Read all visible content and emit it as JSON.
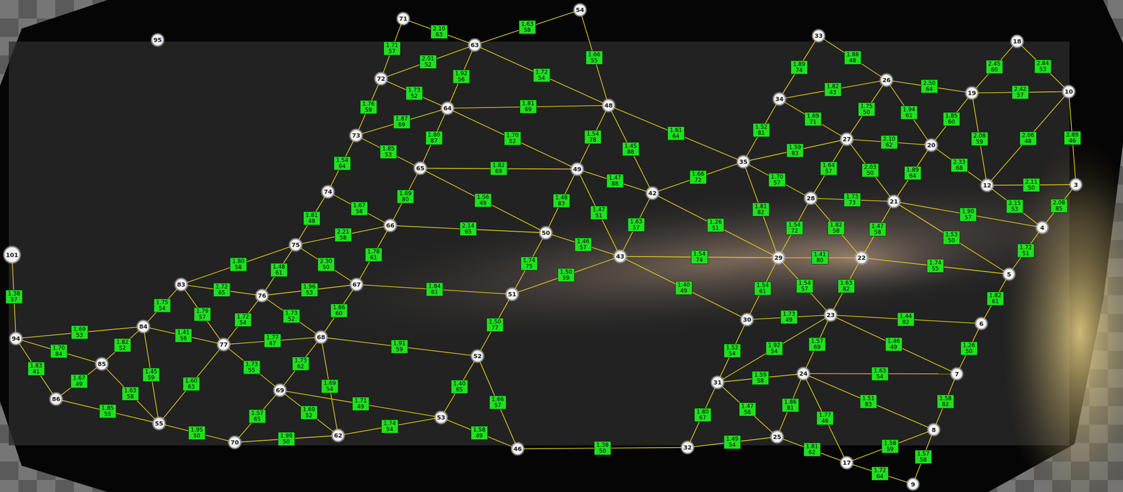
{
  "diagram": {
    "nodes": [
      {
        "text": [
          "95"
        ]
      },
      {
        "text": [
          "71"
        ]
      },
      {
        "text": [
          "54"
        ]
      },
      {
        "text": [
          "63"
        ]
      },
      {
        "text": [
          "33"
        ]
      },
      {
        "text": [
          "18"
        ]
      },
      {
        "text": [
          "72"
        ]
      },
      {
        "text": [
          "34"
        ]
      },
      {
        "text": [
          "26"
        ]
      },
      {
        "text": [
          "19"
        ]
      },
      {
        "text": [
          "10"
        ]
      },
      {
        "text": [
          "64"
        ]
      },
      {
        "text": [
          "48"
        ]
      },
      {
        "text": [
          "73"
        ]
      },
      {
        "text": [
          "27"
        ]
      },
      {
        "text": [
          "20"
        ]
      },
      {
        "text": [
          "65"
        ]
      },
      {
        "text": [
          "49"
        ]
      },
      {
        "text": [
          "35"
        ]
      },
      {
        "text": [
          "42"
        ]
      },
      {
        "text": [
          "28"
        ]
      },
      {
        "text": [
          "21"
        ]
      },
      {
        "text": [
          "12"
        ]
      },
      {
        "text": [
          "3"
        ]
      },
      {
        "text": [
          "74"
        ]
      },
      {
        "text": [
          "66"
        ]
      },
      {
        "text": [
          "50"
        ]
      },
      {
        "text": [
          "4"
        ]
      },
      {
        "text": [
          "75"
        ]
      },
      {
        "text": [
          "43"
        ]
      },
      {
        "text": [
          "29"
        ]
      },
      {
        "text": [
          "22"
        ]
      },
      {
        "text": [
          "5"
        ]
      },
      {
        "text": [
          "101"
        ]
      },
      {
        "text": [
          "83"
        ]
      },
      {
        "text": [
          "76"
        ]
      },
      {
        "text": [
          "67"
        ]
      },
      {
        "text": [
          "51"
        ]
      },
      {
        "text": [
          "30"
        ]
      },
      {
        "text": [
          "23"
        ]
      },
      {
        "text": [
          "6"
        ]
      },
      {
        "text": [
          "94"
        ]
      },
      {
        "text": [
          "84"
        ]
      },
      {
        "text": [
          "77"
        ]
      },
      {
        "text": [
          "68"
        ]
      },
      {
        "text": [
          "52"
        ]
      },
      {
        "text": [
          "31"
        ]
      },
      {
        "text": [
          "24"
        ]
      },
      {
        "text": [
          "7"
        ]
      },
      {
        "text": [
          "85"
        ]
      },
      {
        "text": [
          "86"
        ]
      },
      {
        "text": [
          "69"
        ]
      },
      {
        "text": [
          "53"
        ]
      },
      {
        "text": [
          "55"
        ]
      },
      {
        "text": [
          "70"
        ]
      },
      {
        "text": [
          "62"
        ]
      },
      {
        "text": [
          "46"
        ]
      },
      {
        "text": [
          "32"
        ]
      },
      {
        "text": [
          "25"
        ]
      },
      {
        "text": [
          "8"
        ]
      },
      {
        "text": [
          "17"
        ]
      },
      {
        "text": [
          "9"
        ]
      }
    ],
    "edges": [
      {
        "from": 1,
        "to": 3,
        "arrow": "none",
        "label": "2.10 63"
      },
      {
        "from": 1,
        "to": 6,
        "arrow": "none",
        "label": "1.71 57"
      },
      {
        "from": 3,
        "to": 2,
        "arrow": "none",
        "label": "1.63 58"
      },
      {
        "from": 2,
        "to": 12,
        "arrow": "none",
        "label": "1.66 55"
      },
      {
        "from": 3,
        "to": 6,
        "arrow": "none",
        "label": "2.01 52"
      },
      {
        "from": 3,
        "to": 11,
        "arrow": "none",
        "label": "1.92 56"
      },
      {
        "from": 3,
        "to": 12,
        "arrow": "none",
        "label": "1.72 54"
      },
      {
        "from": 4,
        "to": 7,
        "arrow": "none",
        "label": "1.89 74"
      },
      {
        "from": 4,
        "to": 8,
        "arrow": "none",
        "label": "1.88 48"
      },
      {
        "from": 7,
        "to": 8,
        "arrow": "none",
        "label": "1.82 43"
      },
      {
        "from": 8,
        "to": 9,
        "arrow": "none",
        "label": "2.50 64"
      },
      {
        "from": 5,
        "to": 9,
        "arrow": "none",
        "label": "2.45 60"
      },
      {
        "from": 5,
        "to": 10,
        "arrow": "none",
        "label": "2.84 53"
      },
      {
        "from": 9,
        "to": 10,
        "arrow": "none",
        "label": "2.42 57"
      },
      {
        "from": 6,
        "to": 11,
        "arrow": "none",
        "label": "1.73 52"
      },
      {
        "from": 6,
        "to": 13,
        "arrow": "none",
        "label": "1.76 59"
      },
      {
        "from": 11,
        "to": 12,
        "arrow": "none",
        "label": "1.81 69"
      },
      {
        "from": 11,
        "to": 13,
        "arrow": "none",
        "label": "1.87 69"
      },
      {
        "from": 11,
        "to": 16,
        "arrow": "none",
        "label": "1.80 87"
      },
      {
        "from": 11,
        "to": 17,
        "arrow": "none",
        "label": "1.70 52"
      },
      {
        "from": 12,
        "to": 17,
        "arrow": "none",
        "label": "1.54 78"
      },
      {
        "from": 12,
        "to": 18,
        "arrow": "none",
        "label": "1.61 64"
      },
      {
        "from": 12,
        "to": 19,
        "arrow": "none",
        "label": "1.45 88"
      },
      {
        "from": 7,
        "to": 18,
        "arrow": "none",
        "label": "1.52 81"
      },
      {
        "from": 7,
        "to": 14,
        "arrow": "none",
        "label": "1.69 71"
      },
      {
        "from": 8,
        "to": 14,
        "arrow": "none",
        "label": "1.75 50"
      },
      {
        "from": 8,
        "to": 15,
        "arrow": "none",
        "label": "1.94 61"
      },
      {
        "from": 9,
        "to": 15,
        "arrow": "none",
        "label": "1.85 60"
      },
      {
        "from": 9,
        "to": 22,
        "arrow": "none",
        "label": "2.08 59"
      },
      {
        "from": 10,
        "to": 22,
        "arrow": "none",
        "label": "2.06 48"
      },
      {
        "from": 10,
        "to": 23,
        "arrow": "none",
        "label": "2.89 46"
      },
      {
        "from": 14,
        "to": 15,
        "arrow": "none",
        "label": "2.10 62"
      },
      {
        "from": 14,
        "to": 18,
        "arrow": "none",
        "label": "1.59 83"
      },
      {
        "from": 14,
        "to": 20,
        "arrow": "none",
        "label": "1.64 57"
      },
      {
        "from": 14,
        "to": 21,
        "arrow": "none",
        "label": "2.03 50"
      },
      {
        "from": 15,
        "to": 21,
        "arrow": "none",
        "label": "1.89 64"
      },
      {
        "from": 15,
        "to": 22,
        "arrow": "none",
        "label": "2.33 68"
      },
      {
        "from": 22,
        "to": 23,
        "arrow": "none",
        "label": "2.11 50"
      },
      {
        "from": 22,
        "to": 27,
        "arrow": "none",
        "label": "2.15 53"
      },
      {
        "from": 23,
        "to": 27,
        "arrow": "none",
        "label": "2.08 85"
      },
      {
        "from": 13,
        "to": 16,
        "arrow": "none",
        "label": "1.85 53"
      },
      {
        "from": 13,
        "to": 24,
        "arrow": "none",
        "label": "1.54 64"
      },
      {
        "from": 16,
        "to": 17,
        "arrow": "none",
        "label": "1.82 69"
      },
      {
        "from": 16,
        "to": 25,
        "arrow": "none",
        "label": "1.69 80"
      },
      {
        "from": 16,
        "to": 26,
        "arrow": "none",
        "label": "1.56 49"
      },
      {
        "from": 17,
        "to": 26,
        "arrow": "none",
        "label": "1.48 83"
      },
      {
        "from": 17,
        "to": 19,
        "arrow": "none",
        "label": "1.47 88"
      },
      {
        "from": 19,
        "to": 18,
        "arrow": "none",
        "label": "1.66 72"
      },
      {
        "from": 18,
        "to": 20,
        "arrow": "none",
        "label": "1.70 57"
      },
      {
        "from": 20,
        "to": 21,
        "arrow": "none",
        "label": "1.73 73"
      },
      {
        "from": 19,
        "to": 29,
        "arrow": "none",
        "label": "1.63 57"
      },
      {
        "from": 17,
        "to": 29,
        "arrow": "none",
        "label": "1.47 51"
      },
      {
        "from": 19,
        "to": 30,
        "arrow": "none",
        "label": "1.26 51"
      },
      {
        "from": 18,
        "to": 30,
        "arrow": "none",
        "label": "1.81 82"
      },
      {
        "from": 20,
        "to": 30,
        "arrow": "none",
        "label": "1.54 72"
      },
      {
        "from": 20,
        "to": 31,
        "arrow": "none",
        "label": "1.82 58"
      },
      {
        "from": 21,
        "to": 31,
        "arrow": "none",
        "label": "1.47 58"
      },
      {
        "from": 21,
        "to": 32,
        "arrow": "none",
        "label": "1.53 50"
      },
      {
        "from": 27,
        "to": 32,
        "arrow": "none",
        "label": "1.72 51"
      },
      {
        "from": 21,
        "to": 27,
        "arrow": "none",
        "label": "1.90 57"
      },
      {
        "from": 24,
        "to": 25,
        "arrow": "none",
        "label": "1.67 58"
      },
      {
        "from": 24,
        "to": 28,
        "arrow": "none",
        "label": "1.81 48"
      },
      {
        "from": 25,
        "to": 26,
        "arrow": "none",
        "label": "2.14 65"
      },
      {
        "from": 25,
        "to": 36,
        "arrow": "none",
        "label": "1.78 61"
      },
      {
        "from": 25,
        "to": 28,
        "arrow": "none",
        "label": "2.21 58"
      },
      {
        "from": 26,
        "to": 29,
        "arrow": "none",
        "label": "1.46 57"
      },
      {
        "from": 26,
        "to": 37,
        "arrow": "none",
        "label": "1.74 75"
      },
      {
        "from": 29,
        "to": 30,
        "arrow": "none",
        "label": "1.54 74"
      },
      {
        "from": 30,
        "to": 31,
        "arrow": "none",
        "label": "1.41 80"
      },
      {
        "from": 31,
        "to": 32,
        "arrow": "none",
        "label": "1.74 55"
      },
      {
        "from": 32,
        "to": 40,
        "arrow": "none",
        "label": "1.82 61"
      },
      {
        "from": 31,
        "to": 39,
        "arrow": "none",
        "label": "1.63 82"
      },
      {
        "from": 30,
        "to": 39,
        "arrow": "none",
        "label": "1.54 57"
      },
      {
        "from": 30,
        "to": 38,
        "arrow": "none",
        "label": "1.54 61"
      },
      {
        "from": 29,
        "to": 38,
        "arrow": "none",
        "label": "1.40 49"
      },
      {
        "from": 29,
        "to": 37,
        "arrow": "none",
        "label": "1.50 59"
      },
      {
        "from": 28,
        "to": 36,
        "arrow": "none",
        "label": "2.30 50"
      },
      {
        "from": 28,
        "to": 35,
        "arrow": "none",
        "label": "1.48 61"
      },
      {
        "from": 34,
        "to": 28,
        "arrow": "none",
        "label": "1.80 58"
      },
      {
        "from": 34,
        "to": 35,
        "arrow": "none",
        "label": "1.72 65"
      },
      {
        "from": 36,
        "to": 37,
        "arrow": "none",
        "label": "1.84 61"
      },
      {
        "from": 36,
        "to": 35,
        "arrow": "none",
        "label": "1.96 53"
      },
      {
        "from": 36,
        "to": 44,
        "arrow": "none",
        "label": "1.86 60"
      },
      {
        "from": 37,
        "to": 45,
        "arrow": "none",
        "label": "1.50 77"
      },
      {
        "from": 38,
        "to": 39,
        "arrow": "none",
        "label": "1.73 49"
      },
      {
        "from": 39,
        "to": 40,
        "arrow": "none",
        "label": "1.44 82"
      },
      {
        "from": 38,
        "to": 46,
        "arrow": "none",
        "label": "1.52 54"
      },
      {
        "from": 39,
        "to": 47,
        "arrow": "none",
        "label": "1.57 69"
      },
      {
        "from": 39,
        "to": 46,
        "arrow": "none",
        "label": "1.92 54"
      },
      {
        "from": 40,
        "to": 48,
        "arrow": "none",
        "label": "1.26 50"
      },
      {
        "from": 47,
        "to": 48,
        "arrow": "none",
        "label": "1.63 54"
      },
      {
        "from": 39,
        "to": 48,
        "arrow": "none",
        "label": "1.46 49"
      },
      {
        "from": 47,
        "to": 46,
        "arrow": "none",
        "label": "1.59 58"
      },
      {
        "from": 35,
        "to": 44,
        "arrow": "none",
        "label": "1.73 52"
      },
      {
        "from": 35,
        "to": 43,
        "arrow": "none",
        "label": "1.72 54"
      },
      {
        "from": 34,
        "to": 43,
        "arrow": "none",
        "label": "1.79 57"
      },
      {
        "from": 34,
        "to": 42,
        "arrow": "none",
        "label": "1.75 54"
      },
      {
        "from": 42,
        "to": 43,
        "arrow": "none",
        "label": "1.41 56"
      },
      {
        "from": 43,
        "to": 44,
        "arrow": "none",
        "label": "1.77 47"
      },
      {
        "from": 44,
        "to": 45,
        "arrow": "none",
        "label": "1.91 59"
      },
      {
        "from": 45,
        "to": 52,
        "arrow": "none",
        "label": "1.40 65"
      },
      {
        "from": 43,
        "to": 51,
        "arrow": "none",
        "label": "1.73 55"
      },
      {
        "from": 44,
        "to": 51,
        "arrow": "none",
        "label": "1.73 62"
      },
      {
        "from": 44,
        "to": 55,
        "arrow": "none",
        "label": "1.69 54"
      },
      {
        "from": 42,
        "to": 49,
        "arrow": "none",
        "label": "1.82 52"
      },
      {
        "from": 42,
        "to": 53,
        "arrow": "none",
        "label": "1.45 59"
      },
      {
        "from": 42,
        "to": 41,
        "arrow": "none",
        "label": "1.69 53"
      },
      {
        "from": 41,
        "to": 49,
        "arrow": "none",
        "label": "1.70 84"
      },
      {
        "from": 41,
        "to": 50,
        "arrow": "none",
        "label": "1.83 41"
      },
      {
        "from": 49,
        "to": 50,
        "arrow": "none",
        "label": "1.67 49"
      },
      {
        "from": 49,
        "to": 53,
        "arrow": "none",
        "label": "1.63 58"
      },
      {
        "from": 50,
        "to": 53,
        "arrow": "none",
        "label": "1.85 55"
      },
      {
        "from": 53,
        "to": 54,
        "arrow": "none",
        "label": "1.95 50"
      },
      {
        "from": 43,
        "to": 53,
        "arrow": "none",
        "label": "1.60 63"
      },
      {
        "from": 51,
        "to": 54,
        "arrow": "none",
        "label": "1.57 65"
      },
      {
        "from": 51,
        "to": 55,
        "arrow": "none",
        "label": "1.69 52"
      },
      {
        "from": 54,
        "to": 55,
        "arrow": "none",
        "label": "1.99 50"
      },
      {
        "from": 55,
        "to": 52,
        "arrow": "none",
        "label": "1.74 54"
      },
      {
        "from": 51,
        "to": 52,
        "arrow": "none",
        "label": "1.71 49"
      },
      {
        "from": 52,
        "to": 56,
        "arrow": "none",
        "label": "1.58 49"
      },
      {
        "from": 45,
        "to": 56,
        "arrow": "none",
        "label": "1.66 57"
      },
      {
        "from": 56,
        "to": 57,
        "arrow": "none",
        "label": "1.38 50"
      },
      {
        "from": 57,
        "to": 58,
        "arrow": "none",
        "label": "1.49 54"
      },
      {
        "from": 46,
        "to": 57,
        "arrow": "none",
        "label": "1.80 67"
      },
      {
        "from": 46,
        "to": 58,
        "arrow": "none",
        "label": "1.47 56"
      },
      {
        "from": 47,
        "to": 58,
        "arrow": "none",
        "label": "1.86 81"
      },
      {
        "from": 58,
        "to": 60,
        "arrow": "none",
        "label": "1.81 62"
      },
      {
        "from": 60,
        "to": 59,
        "arrow": "none",
        "label": "1.58 59"
      },
      {
        "from": 59,
        "to": 61,
        "arrow": "none",
        "label": "1.57 58"
      },
      {
        "from": 60,
        "to": 61,
        "arrow": "none",
        "label": "1.72 64"
      },
      {
        "from": 47,
        "to": 60,
        "arrow": "none",
        "label": "1.77 46"
      },
      {
        "from": 59,
        "to": 48,
        "arrow": "none",
        "label": "1.58 82"
      },
      {
        "from": 47,
        "to": 59,
        "arrow": "none",
        "label": "1.51 83"
      },
      {
        "from": 33,
        "to": 41,
        "arrow": "none",
        "label": "1.38 57"
      }
    ]
  }
}
